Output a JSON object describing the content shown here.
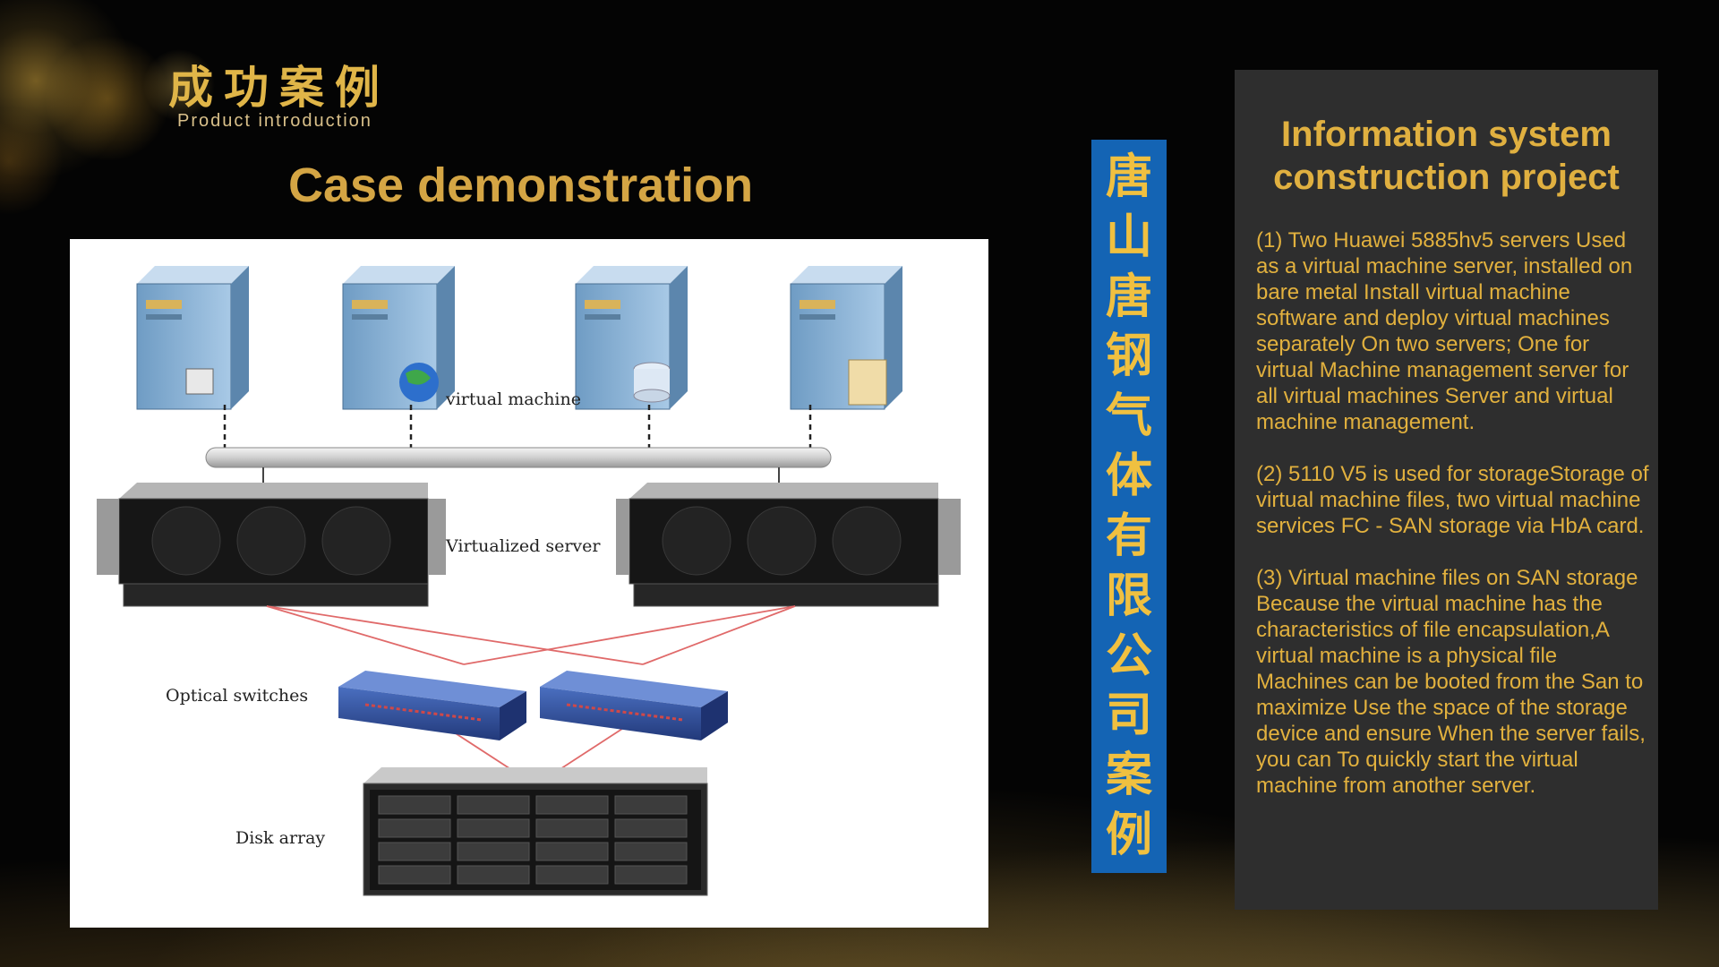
{
  "logo": {
    "title_cn": "成功案例",
    "subtitle": "Product introduction"
  },
  "section_title": "Case demonstration",
  "diagram": {
    "labels": {
      "virtual_machine": "virtual machine",
      "virtualized_server": "Virtualized server",
      "optical_switches": "Optical switches",
      "disk_array": "Disk array"
    }
  },
  "banner_chars": [
    "唐",
    "山",
    "唐",
    "钢",
    "气",
    "体",
    "有",
    "限",
    "公",
    "司",
    "案",
    "例"
  ],
  "panel": {
    "title": "Information system construction project",
    "paragraphs": [
      "(1) Two Huawei 5885hv5 servers Used as a virtual machine server, installed on bare metal Install virtual machine software and deploy virtual machines separately On two servers; One for virtual Machine management server for all virtual machines Server and virtual machine management.",
      "(2) 5110 V5 is used for storageStorage of virtual machine files, two virtual machine services FC - SAN storage via HbA card.",
      "(3) Virtual machine files on SAN storage Because the virtual machine has the characteristics of file encapsulation,A virtual machine is a physical file Machines can be booted from the San to maximize Use the space of the storage device and ensure When the server fails, you can To quickly start the virtual machine from another server."
    ]
  },
  "colors": {
    "gold": "#e0b548",
    "banner_blue": "#1464b4",
    "panel_bg": "#2e2e2e"
  }
}
